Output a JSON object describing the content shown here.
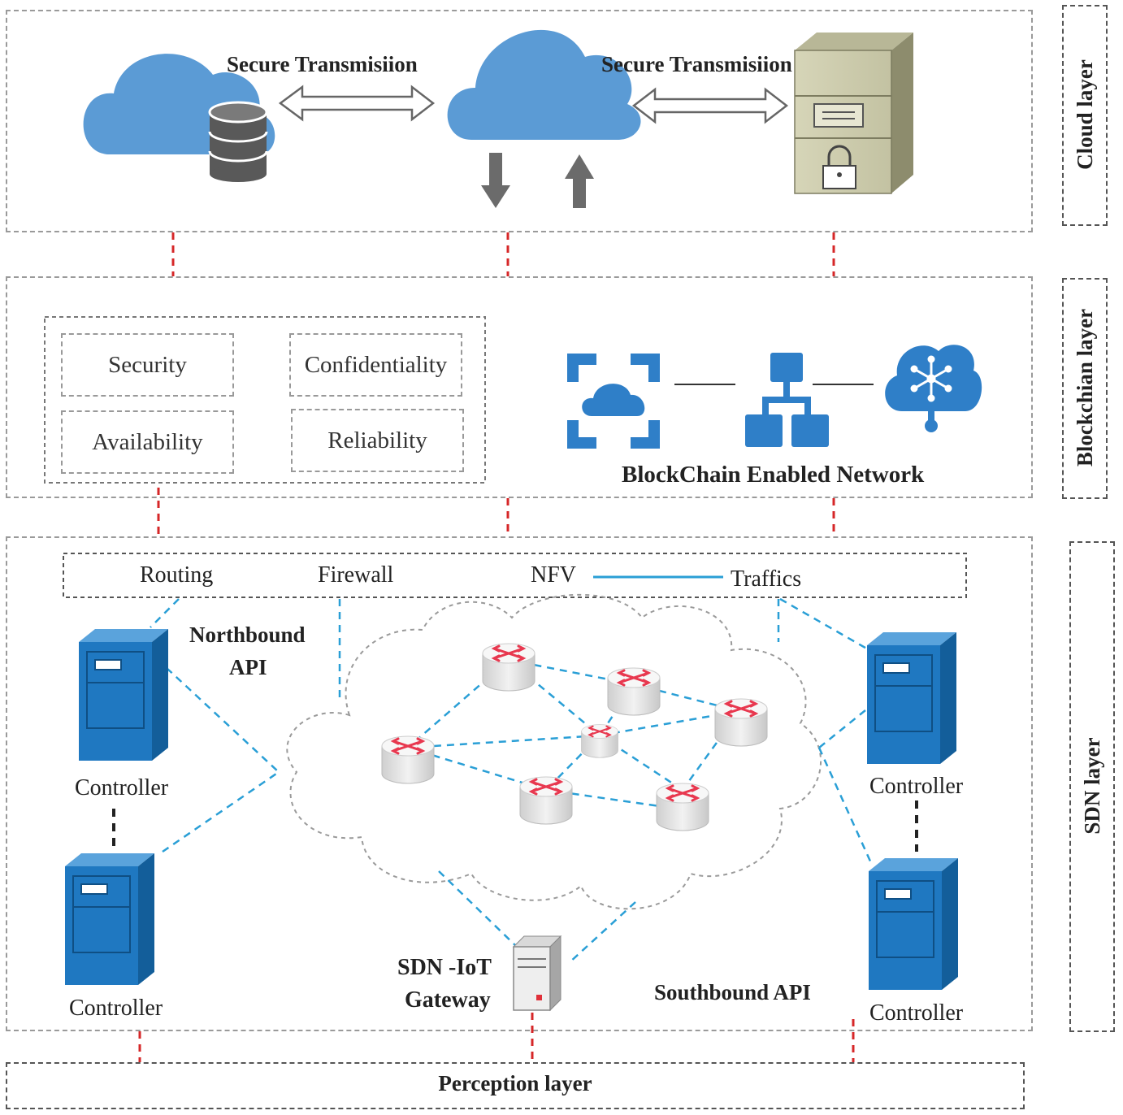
{
  "layers": {
    "cloud": "Cloud layer",
    "blockchain": "Blockchian layer",
    "sdn": "SDN layer",
    "perception": "Perception layer"
  },
  "cloud": {
    "transmission_left": "Secure Transmisiion",
    "transmission_right": "Secure Transmisiion"
  },
  "blockchain": {
    "properties": [
      "Security",
      "Confidentiality",
      "Availability",
      "Reliability"
    ],
    "network_label": "BlockChain Enabled Network"
  },
  "sdn": {
    "services": [
      "Routing",
      "Firewall",
      "NFV",
      "Traffics"
    ],
    "northbound": [
      "Northbound",
      "API"
    ],
    "southbound": "Southbound API",
    "gateway": [
      "SDN -IoT",
      "Gateway"
    ],
    "controllers": [
      "Controller",
      "Controller",
      "Controller",
      "Controller"
    ]
  },
  "colors": {
    "cloud_blue": "#5b9bd5",
    "controller_blue": "#1f78c1",
    "link_blue": "#2a9fd6",
    "layer_link_red": "#d62728",
    "router_cross": "#e8384f"
  },
  "icons": [
    "database-icon",
    "server-cabinet-icon",
    "lock-icon",
    "hub-icon",
    "hierarchy-icon",
    "cloud-network-icon",
    "router-icon",
    "gateway-server-icon"
  ]
}
